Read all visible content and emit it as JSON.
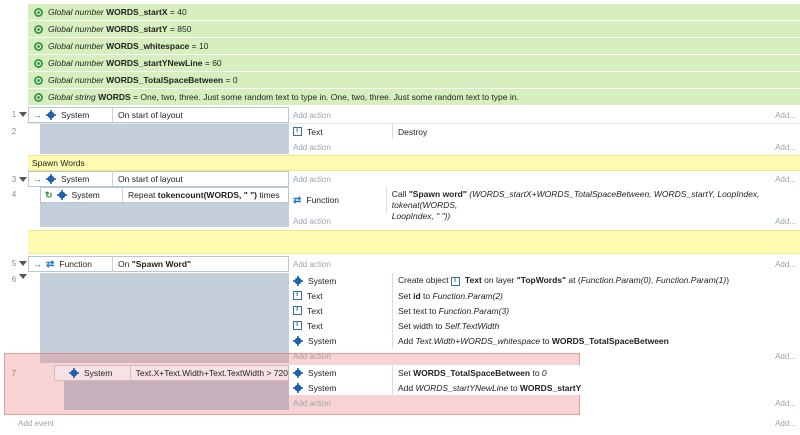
{
  "globals": [
    {
      "kind": "Global number",
      "name": "WORDS_startX",
      "value": "= 40"
    },
    {
      "kind": "Global number",
      "name": "WORDS_startY",
      "value": "= 850"
    },
    {
      "kind": "Global number",
      "name": "WORDS_whitespace",
      "value": "= 10"
    },
    {
      "kind": "Global number",
      "name": "WORDS_startYNewLine",
      "value": "= 60"
    },
    {
      "kind": "Global number",
      "name": "WORDS_TotalSpaceBetween",
      "value": "= 0"
    },
    {
      "kind": "Global string",
      "name": "WORDS",
      "value": "= One, two, three. Just some random text to type in. One, two, three. Just some random text to type in."
    }
  ],
  "common": {
    "add_action": "Add action",
    "add_short": "Add...",
    "add_event": "Add event"
  },
  "events": {
    "e1": {
      "num": "1",
      "object": "System",
      "condition": "On start of layout"
    },
    "e2": {
      "num": "2",
      "object": "Text",
      "action": "Destroy"
    },
    "group_label": "Spawn Words",
    "e3": {
      "num": "3",
      "object": "System",
      "condition": "On start of layout"
    },
    "e4": {
      "num": "4",
      "object": "System",
      "cond_prefix": "Repeat ",
      "cond_bold": "tokencount(WORDS, \" \")",
      "cond_suffix": " times",
      "action_object": "Function",
      "action_line1_prefix": "Call ",
      "action_line1_bold": "\"Spawn word\"",
      "action_line1_italic": " (WORDS_startX+WORDS_TotalSpaceBetween, WORDS_startY, LoopIndex, tokenat(WORDS,",
      "action_line2_italic": "LoopIndex, \" \"))"
    },
    "e5": {
      "num": "5",
      "object": "Function",
      "cond_prefix": "On ",
      "cond_bold": "\"Spawn Word\""
    },
    "e6": {
      "num": "6",
      "actions": [
        {
          "object": "System",
          "p1": "Create object ",
          "p2": "Text",
          "p3": " on layer ",
          "p4": "\"TopWords\"",
          "p5": " at (",
          "p6": "Function.Param(0), Function.Param(1)",
          "p7": ")"
        },
        {
          "object": "Text",
          "p1": "Set ",
          "p2": "id",
          "p3": " to ",
          "p4": "Function.Param(2)"
        },
        {
          "object": "Text",
          "p1": "Set text to ",
          "p2": "Function.Param(3)"
        },
        {
          "object": "Text",
          "p1": "Set width to ",
          "p2": "Self.TextWidth"
        },
        {
          "object": "System",
          "p1": "Add ",
          "p2": "Text.Width+WORDS_whitespace",
          "p3": " to ",
          "p4": "WORDS_TotalSpaceBetween"
        }
      ]
    },
    "e7": {
      "num": "7",
      "object": "System",
      "condition": "Text.X+Text.Width+Text.TextWidth > 720",
      "actions": [
        {
          "object": "System",
          "p1": "Set ",
          "p2": "WORDS_TotalSpaceBetween",
          "p3": " to ",
          "p4": "0"
        },
        {
          "object": "System",
          "p1": "Add ",
          "p2": "WORDS_startYNewLine",
          "p3": " to ",
          "p4": "WORDS_startY"
        }
      ]
    }
  },
  "colors": {
    "global_bg": "#d7efbe",
    "group_bg": "#fdfbb0",
    "selection": "#eb8282",
    "block": "#c5cfdb"
  }
}
